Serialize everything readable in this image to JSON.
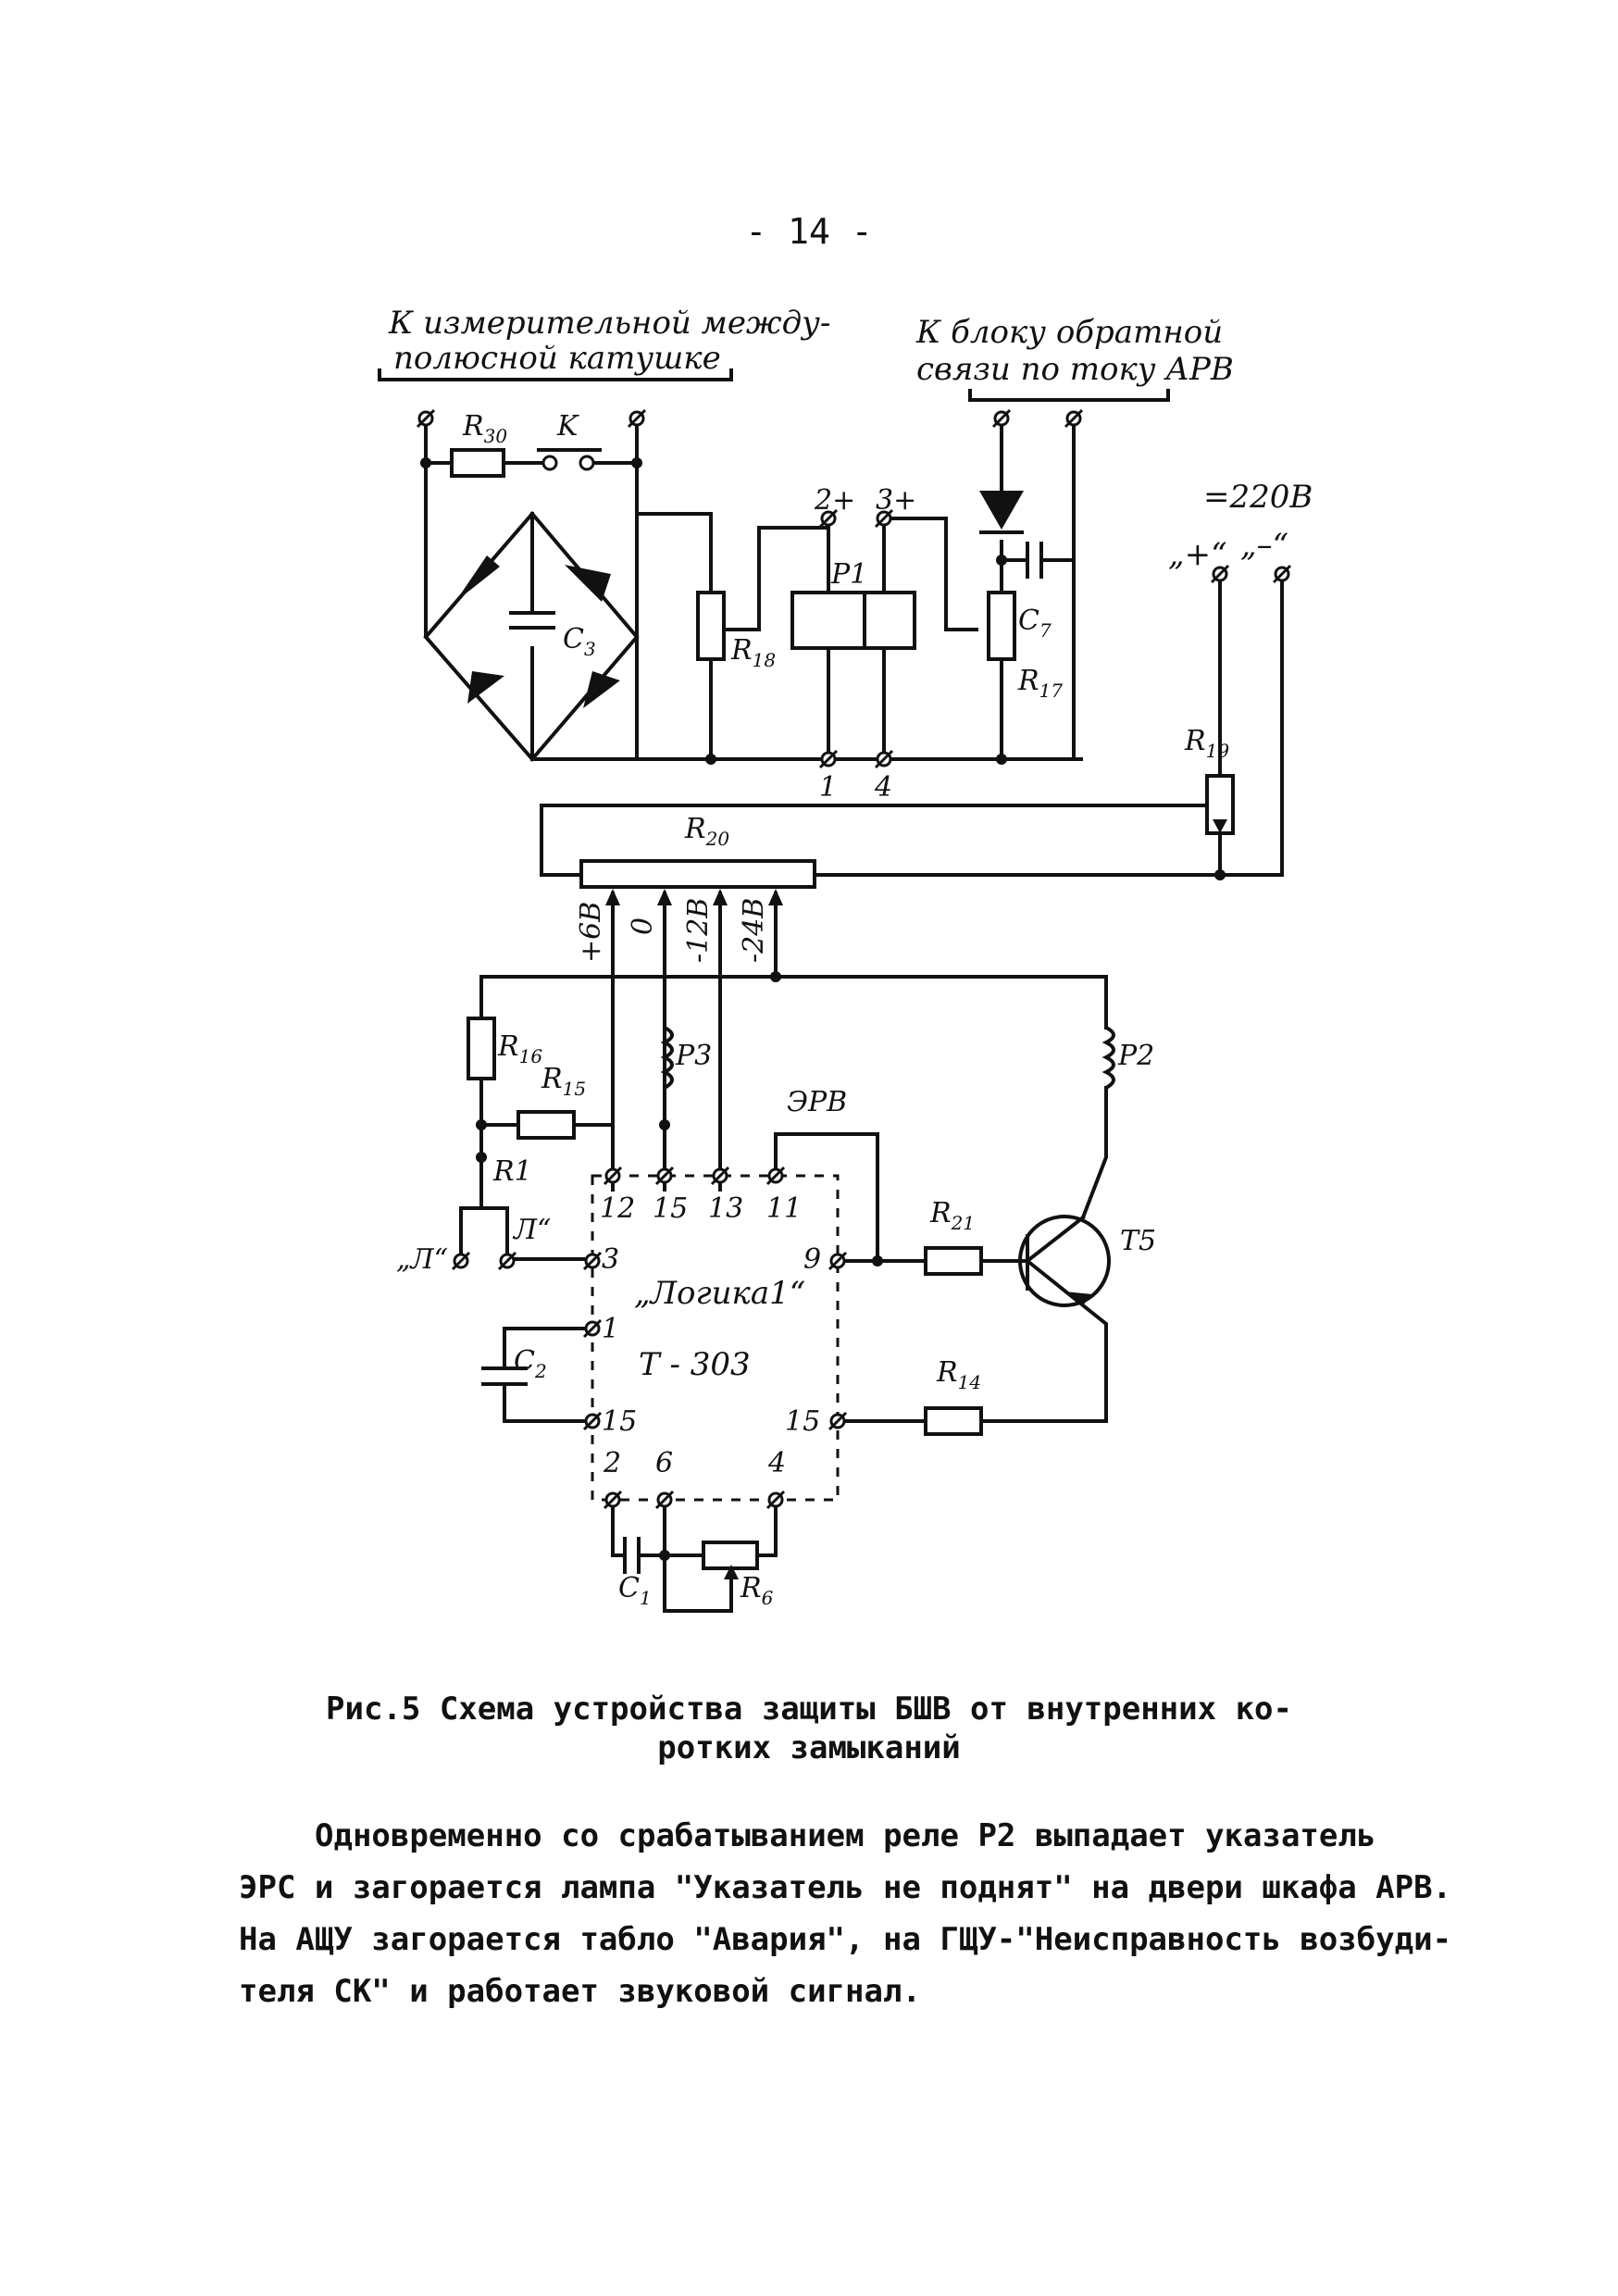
{
  "page_number": "- 14 -",
  "diagram": {
    "top_left_caption": [
      "К измерительной между-",
      "полюсной катушке"
    ],
    "top_right_caption": [
      "К блоку обратной",
      "связи по току АРВ"
    ],
    "voltage_220": "=220В",
    "plus_label": "„+“",
    "minus_label": "„–“",
    "components": {
      "R30": {
        "main": "R",
        "sub": "30"
      },
      "K": "K",
      "C3": {
        "main": "C",
        "sub": "3"
      },
      "R18": {
        "main": "R",
        "sub": "18"
      },
      "P1": "P1",
      "C7": {
        "main": "C",
        "sub": "7"
      },
      "R17": {
        "main": "R",
        "sub": "17"
      },
      "R19": {
        "main": "R",
        "sub": "19"
      },
      "R20": {
        "main": "R",
        "sub": "20"
      },
      "R16": {
        "main": "R",
        "sub": "16"
      },
      "R15": {
        "main": "R",
        "sub": "15"
      },
      "P3": "P3",
      "P2": "P2",
      "ERV": "ЭРВ",
      "R1": "R1",
      "L_left": "„Л“",
      "L_right": "Л“",
      "R21": {
        "main": "R",
        "sub": "21"
      },
      "T5": "T5",
      "logic_name": "„Логика1“",
      "logic_type": "Т - 303",
      "C2": {
        "main": "C",
        "sub": "2"
      },
      "R14": {
        "main": "R",
        "sub": "14"
      },
      "C1": {
        "main": "C",
        "sub": "1"
      },
      "R6": {
        "main": "R",
        "sub": "6"
      }
    },
    "terminals": {
      "t2plus": "2+",
      "t3plus": "3+",
      "t1": "1",
      "t4": "4",
      "v_plus6": "+6В",
      "v_0": "0",
      "v_minus12": "-12В",
      "v_minus24": "-24В",
      "p12": "12",
      "p15a": "15",
      "p13": "13",
      "p11": "11",
      "p3": "3",
      "p9": "9",
      "p1": "1",
      "p15b": "15",
      "p15c": "15",
      "p2": "2",
      "p6": "6",
      "p4": "4"
    }
  },
  "caption": [
    "Рис.5 Схема устройства защиты БШВ от внутренних ко-",
    "ротких замыканий"
  ],
  "body": [
    "Одновременно со срабатыванием реле Р2 выпадает указатель",
    "ЭРС и загорается лампа \"Указатель не поднят\" на двери шкафа АРВ.",
    "На АЩУ загорается табло \"Авария\", на ГЩУ-\"Неисправность возбуди-",
    "теля СК\" и работает звуковой сигнал."
  ]
}
